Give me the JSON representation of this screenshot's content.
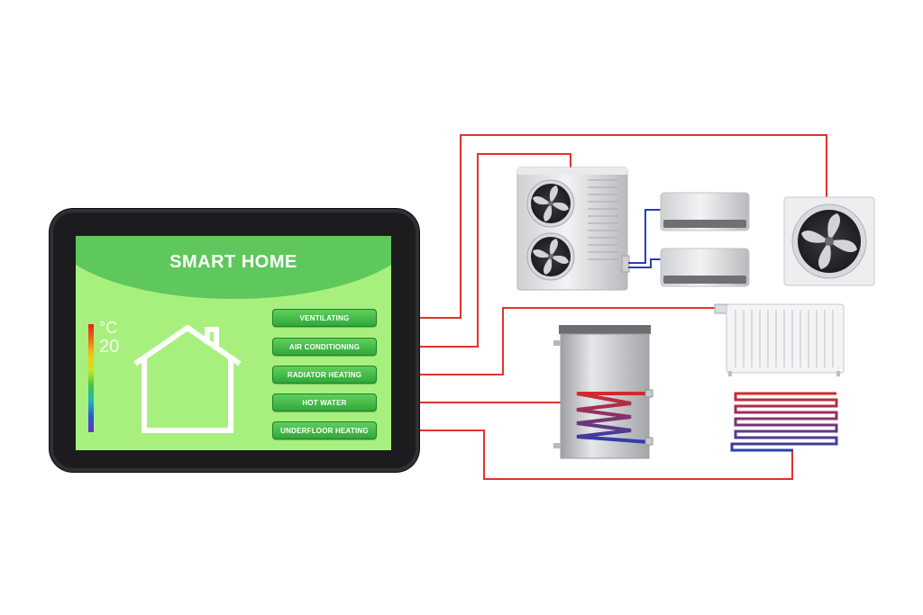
{
  "screen": {
    "title": "SMART HOME",
    "temperature_unit": "°C",
    "temperature_value": "20"
  },
  "menu": [
    {
      "label": "VENTILATING"
    },
    {
      "label": "AIR CONDITIONING"
    },
    {
      "label": "RADIATOR HEATING"
    },
    {
      "label": "HOT WATER"
    },
    {
      "label": "UNDERFLOOR HEATING"
    }
  ],
  "colors": {
    "screen_top": "#5ec85c",
    "screen_bottom": "#a8f07e",
    "button": "#3cb043",
    "wire": "#e0342c",
    "pipe_blue": "#2a3fb0"
  },
  "devices": [
    "outdoor-ac-unit",
    "indoor-split-unit",
    "indoor-split-unit",
    "ventilation-fan",
    "radiator",
    "hot-water-tank",
    "underfloor-heating-coil"
  ]
}
